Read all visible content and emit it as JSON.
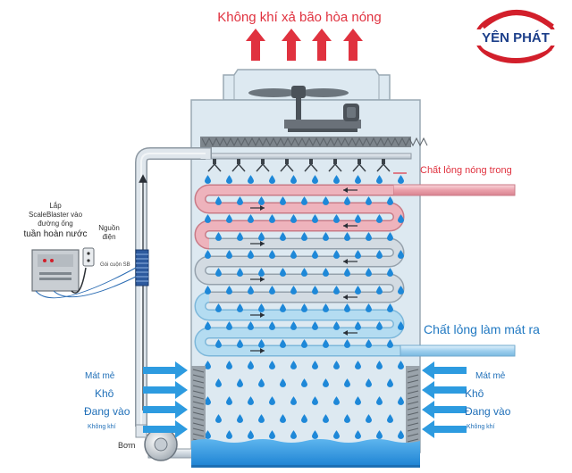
{
  "title": "Không khí xả bão hòa nóng",
  "logo": {
    "text": "YÊN PHÁT",
    "colors": {
      "ring": "#d21f2b",
      "text": "#1c3f8a"
    }
  },
  "labels": {
    "hot_fluid_in": "Chất lỏng nóng trong",
    "cool_fluid_out": "Chất lỏng làm mát ra",
    "install_1": "Lắp",
    "install_2": "ScaleBlaster vào",
    "install_3": "đường ống",
    "install_4": "tuần hoàn nước",
    "power_1": "Nguồn",
    "power_2": "điện",
    "coil_wrap": "Gói cuộn SB",
    "pump": "Bơm",
    "air_left": [
      "Mát mẻ",
      "Khô",
      "Đang vào",
      "Không khí"
    ],
    "air_right": [
      "Mát mẻ",
      "Khô",
      "Đang vào",
      "Không khí"
    ]
  },
  "colors": {
    "tower_fill": "#dde9f1",
    "tower_stroke": "#9aa9b4",
    "hot_pipe": "#f2b7bf",
    "cool_pipe": "#b8dcf0",
    "water": "#1e88d8",
    "arrow_red": "#e0323f",
    "arrow_blue": "#2d9be0",
    "basin": "#3aa3e8"
  },
  "icons": [
    "fan-icon",
    "motor-icon",
    "spray-nozzle-icon",
    "water-drop-icon",
    "pump-icon",
    "power-outlet-icon",
    "scaleblaster-unit-icon"
  ]
}
